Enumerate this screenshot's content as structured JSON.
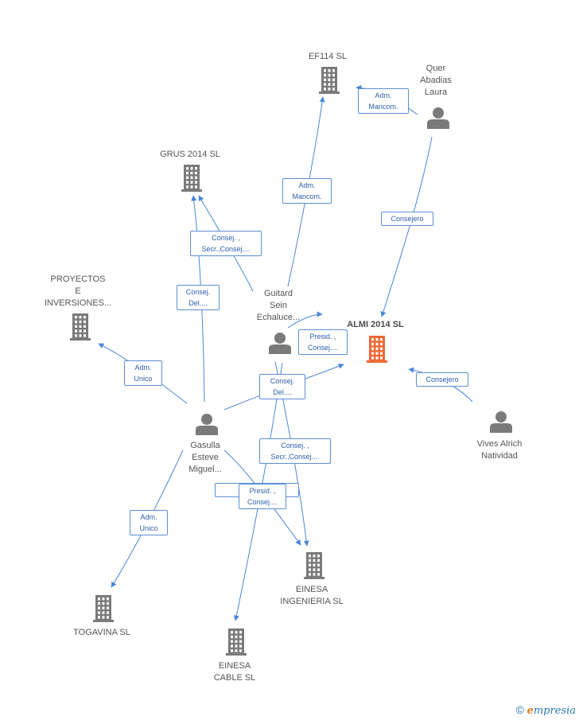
{
  "colors": {
    "edge": "#4a86d8",
    "company": "#7a7a7a",
    "focus_company": "#f06a35",
    "person": "#7a7a7a",
    "label_border": "#5b8fd6",
    "label_text": "#2d5fa8"
  },
  "nodes": [
    {
      "id": "ef114",
      "kind": "company",
      "label": "EF114 SL"
    },
    {
      "id": "quer",
      "kind": "person",
      "label": "Quer\nAbadias\nLaura"
    },
    {
      "id": "grus",
      "kind": "company",
      "label": "GRUS 2014 SL"
    },
    {
      "id": "proyectos",
      "kind": "company",
      "label": "PROYECTOS\nE\nINVERSIONES..."
    },
    {
      "id": "guitard",
      "kind": "person",
      "label": "Guitard\nSein\nEchaluce..."
    },
    {
      "id": "almi",
      "kind": "company",
      "focus": true,
      "label": "ALMI 2014 SL"
    },
    {
      "id": "vives",
      "kind": "person",
      "label": "Vives Alrich\nNatividad"
    },
    {
      "id": "gasulla",
      "kind": "person",
      "label": "Gasulla\nEsteve\nMiguel..."
    },
    {
      "id": "einesa_ing",
      "kind": "company",
      "label": "EINESA\nINGENIERIA SL"
    },
    {
      "id": "togavina",
      "kind": "company",
      "label": "TOGAVINA SL"
    },
    {
      "id": "einesa_cable",
      "kind": "company",
      "label": "EINESA\nCABLE SL"
    }
  ],
  "edges": [
    {
      "id": "e1",
      "label": "Adm.\nMancom."
    },
    {
      "id": "e2",
      "label": "Adm.\nMancom."
    },
    {
      "id": "e3",
      "label": "Consejero"
    },
    {
      "id": "e4",
      "label": "Consej. ,\nSecr.,Consej...."
    },
    {
      "id": "e5",
      "label": "Consej.\nDel...."
    },
    {
      "id": "e6",
      "label": "Adm.\nUnico"
    },
    {
      "id": "e7",
      "label": "Presid. ,\nConsej...."
    },
    {
      "id": "e8",
      "label": "Consej.\nDel...."
    },
    {
      "id": "e9",
      "label": "Consejero"
    },
    {
      "id": "e10",
      "label": "Consej. ,\nSecr.,Consej...."
    },
    {
      "id": "e11",
      "label": "Consej...."
    },
    {
      "id": "e12",
      "label": "Presid. ,\nConsej...."
    },
    {
      "id": "e13",
      "label": "Adm.\nUnico"
    }
  ],
  "footer": {
    "copyright": "©",
    "brand_initial": "e",
    "brand_rest": "mpresia"
  }
}
